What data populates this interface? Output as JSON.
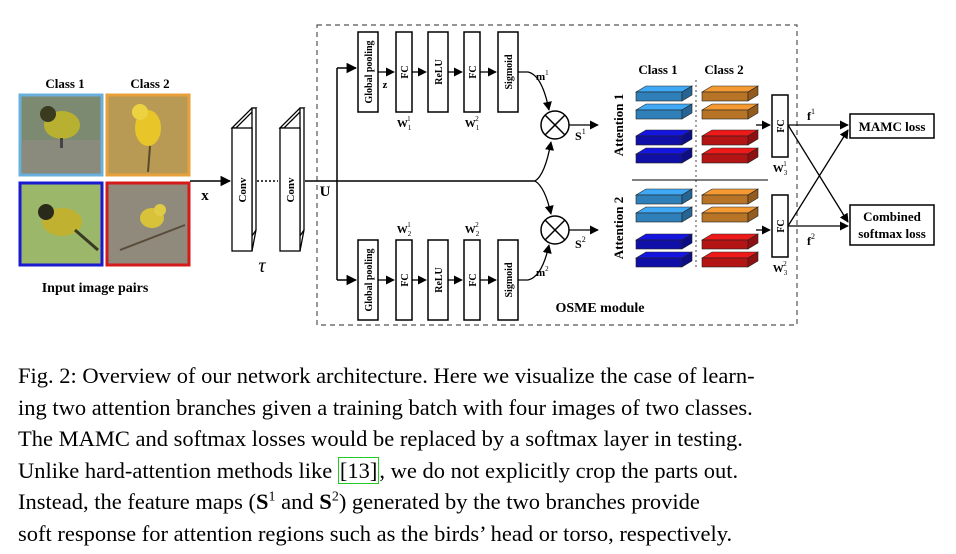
{
  "figure": {
    "input_title": "Input image pairs",
    "class1_label": "Class 1",
    "class2_label": "Class 2",
    "x_label": "x",
    "conv_label": "Conv",
    "tau_label": "τ",
    "u_label": "U",
    "osme_label": "OSME module",
    "branch_top": {
      "pool": "Global pooling",
      "z": "z",
      "fc1": "FC",
      "w1": "W",
      "w1_sub": "1",
      "w1_sup": "1",
      "relu": "ReLU",
      "fc2": "FC",
      "w2": "W",
      "w2_sub": "1",
      "w2_sup": "2",
      "sigmoid": "Sigmoid",
      "m": "m",
      "m_sup": "1",
      "s": "S",
      "s_sup": "1",
      "attention": "Attention 1",
      "fc3": "FC",
      "w3": "W",
      "w3_sub": "3",
      "w3_sup": "1",
      "f": "f",
      "f_sup": "1"
    },
    "branch_bottom": {
      "pool": "Global pooling",
      "fc1": "FC",
      "w1": "W",
      "w1_sub": "2",
      "w1_sup": "1",
      "relu": "ReLU",
      "fc2": "FC",
      "w2": "W",
      "w2_sub": "2",
      "w2_sup": "2",
      "sigmoid": "Sigmoid",
      "m": "m",
      "m_sup": "2",
      "s": "S",
      "s_sup": "2",
      "attention": "Attention 2",
      "fc3": "FC",
      "w3": "W",
      "w3_sub": "3",
      "w3_sup": "2",
      "f": "f",
      "f_sup": "2"
    },
    "class1_col": "Class 1",
    "class2_col": "Class 2",
    "mamc_loss": "MAMC loss",
    "combined_line1": "Combined",
    "combined_line2": "softmax loss",
    "colors": {
      "frame_class1_top": "#6ab0de",
      "frame_class2_top": "#e8a13a",
      "frame_class1_bottom": "#1a1ad0",
      "frame_class2_bottom": "#d41a1a",
      "light_blue": "#3fa9f5",
      "dark_blue": "#1515e0",
      "orange": "#f59a32",
      "red": "#ee1a1a"
    }
  },
  "caption": {
    "line1": "Fig. 2: Overview of our network architecture. Here we visualize the case of learn-",
    "line2": "ing two attention branches given a training batch with four images of two classes.",
    "line3": "The MAMC and softmax losses would be replaced by a softmax layer in testing.",
    "line4_a": "Unlike hard-attention methods like ",
    "line4_ref": "[13]",
    "line4_b": ", we do not explicitly crop the parts out.",
    "line5_a": "Instead, the feature maps (",
    "line5_s1": "S",
    "line5_s1_sup": "1",
    "line5_and": " and ",
    "line5_s2": "S",
    "line5_s2_sup": "2",
    "line5_b": ") generated by the two branches provide",
    "line6": "soft response for attention regions such as the birds’ head or torso, respectively."
  }
}
